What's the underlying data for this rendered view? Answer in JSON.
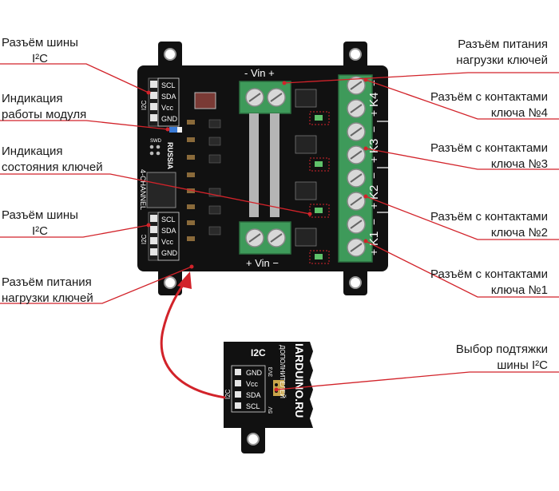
{
  "labels": {
    "left": {
      "i2c_bus_top": [
        "Разъём шины",
        "I²C"
      ],
      "module_indicator": [
        "Индикация",
        "работы модуля"
      ],
      "switch_state_indicator": [
        "Индикация",
        "состояния ключей"
      ],
      "i2c_bus_bottom": [
        "Разъём шины",
        "I²C"
      ],
      "load_power_bottom": [
        "Разъём питания",
        "нагрузки ключей"
      ]
    },
    "right": {
      "load_power_top": [
        "Разъём питания",
        "нагрузки ключей"
      ],
      "switch_contacts_4": [
        "Разъём с контактами",
        "ключа №4"
      ],
      "switch_contacts_3": [
        "Разъём с контактами",
        "ключа №3"
      ],
      "switch_contacts_2": [
        "Разъём с контактами",
        "ключа №2"
      ],
      "switch_contacts_1": [
        "Разъём с контактами",
        "ключа №1"
      ],
      "i2c_pullup_select": [
        "Выбор подтяжки",
        "шины I²C"
      ]
    }
  },
  "board": {
    "i2c_pins": [
      "SCL",
      "SDA",
      "Vcc",
      "GND"
    ],
    "i2c_tag": "I2C",
    "vin_top": "- Vin +",
    "vin_bottom": "+ Vin −",
    "channel_text": "4-CHANNEL",
    "country_text": "RUSSIA",
    "swd_text": "SWD",
    "switch_labels": [
      "K4",
      "K3",
      "K2",
      "K1"
    ],
    "plus_sign": "+",
    "minus_sign": "−"
  },
  "closeup": {
    "pins": [
      "GND",
      "Vcc",
      "SDA",
      "SCL"
    ],
    "i2c_tag": "I2C",
    "brand_text": "IARDUINO.RU",
    "pullup_text": "ДОПОЛНИТЕЛЕЙ",
    "v33": "3V3",
    "v5": "5V",
    "i2c_big": "I2C"
  },
  "colors": {
    "pcb": "#111111",
    "terminal_green": "#3e9a5a",
    "leader_red": "#d2232a",
    "pad_gold": "#caa64a"
  }
}
